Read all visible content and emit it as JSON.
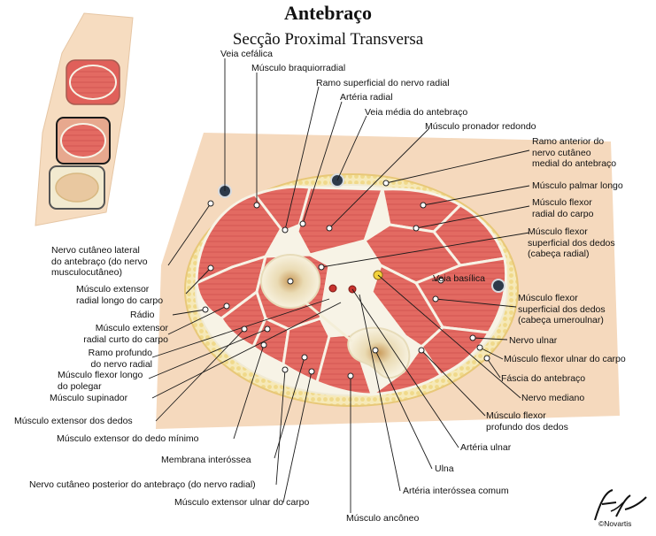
{
  "title": "Antebraço",
  "subtitle": "Secção Proximal Transversa",
  "copyright": "©Novartis",
  "labels": {
    "veia_cefalica": "Veia cefálica",
    "musculo_braquiorradial": "Músculo braquiorradial",
    "ramo_superficial_nervo_radial": "Ramo superficial do nervo radial",
    "arteria_radial": "Artéria radial",
    "veia_media_antebraco": "Veia média do antebraço",
    "musculo_pronador_redondo": "Músculo pronador redondo",
    "ramo_anterior_nervo_cutaneo": [
      "Ramo anterior do",
      "nervo cutâneo",
      "medial do antebraço"
    ],
    "musculo_palmar_longo": "Músculo palmar longo",
    "musculo_flexor_radial_carpo": [
      "Músculo flexor",
      "radial do carpo"
    ],
    "musculo_flexor_superficial_radial": [
      "Músculo flexor",
      "superficial dos dedos",
      "(cabeça radial)"
    ],
    "veia_basilica": "Veia basílica",
    "musculo_flexor_superficial_umeroulnar": [
      "Músculo flexor",
      "superficial dos dedos",
      "(cabeça umeroulnar)"
    ],
    "nervo_ulnar": "Nervo ulnar",
    "musculo_flexor_ulnar_carpo": "Músculo flexor ulnar do carpo",
    "fascia_antebraco": "Fáscia do antebraço",
    "nervo_mediano": "Nervo mediano",
    "musculo_flexor_profundo": [
      "Músculo flexor",
      "profundo dos dedos"
    ],
    "arteria_ulnar": "Artéria ulnar",
    "ulna": "Ulna",
    "arteria_interossea_comum": "Artéria interóssea comum",
    "musculo_anconeo": "Músculo ancôneo",
    "musculo_extensor_ulnar_carpo": "Músculo extensor ulnar do carpo",
    "nervo_cutaneo_posterior": "Nervo cutâneo posterior do antebraço (do nervo radial)",
    "membrana_interossea": "Membrana interóssea",
    "musculo_extensor_dedo_minimo": "Músculo extensor do dedo mínimo",
    "musculo_extensor_dedos": "Músculo extensor dos dedos",
    "musculo_supinador": "Músculo supinador",
    "musculo_flexor_longo_polegar": [
      "Músculo flexor longo",
      "do polegar"
    ],
    "ramo_profundo_nervo_radial": [
      "Ramo profundo",
      "do nervo radial"
    ],
    "musculo_extensor_radial_curto": [
      "Músculo extensor",
      "radial curto do carpo"
    ],
    "radio": "Rádio",
    "musculo_extensor_radial_longo": [
      "Músculo extensor",
      "radial longo do carpo"
    ],
    "nervo_cutaneo_lateral": [
      "Nervo cutâneo lateral",
      "do antebraço (do nervo",
      "musculocutâneo)"
    ]
  },
  "colors": {
    "muscle": "#e0605a",
    "muscle_dark": "#c84844",
    "fat": "#f3e3a8",
    "fascia": "#f6f2e6",
    "bone": "#f2ead0",
    "skin": "#f4d3b2",
    "vein": "#2e3a4a",
    "nerve": "#f2d23a"
  }
}
